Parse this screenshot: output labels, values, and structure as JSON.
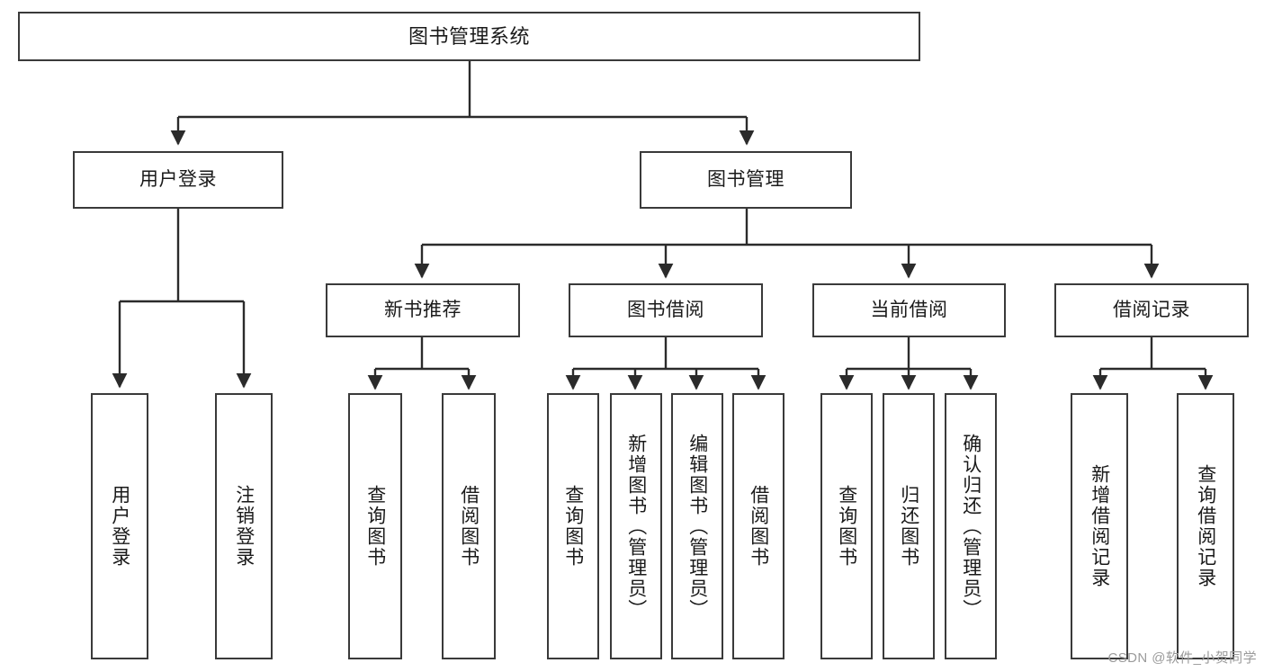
{
  "diagram": {
    "title": "图书管理系统",
    "type": "hierarchy-tree",
    "levels": 4,
    "colors": {
      "box_border": "#3a3a3a",
      "box_fill": "#ffffff",
      "connector": "#2b2b2b",
      "text": "#1a1a1a",
      "watermark": "#9b9b9b"
    },
    "root": {
      "label": "图书管理系统"
    },
    "level2": [
      {
        "id": "user-login",
        "label": "用户登录"
      },
      {
        "id": "book-manage",
        "label": "图书管理"
      }
    ],
    "level3": [
      {
        "id": "new-book-recommend",
        "label": "新书推荐",
        "parent": "book-manage"
      },
      {
        "id": "book-borrow",
        "label": "图书借阅",
        "parent": "book-manage"
      },
      {
        "id": "current-borrow",
        "label": "当前借阅",
        "parent": "book-manage"
      },
      {
        "id": "borrow-record",
        "label": "借阅记录",
        "parent": "book-manage"
      }
    ],
    "leaves": [
      {
        "id": "leaf-user-login",
        "label": "用户登录",
        "parent": "user-login"
      },
      {
        "id": "leaf-user-logout",
        "label": "注销登录",
        "parent": "user-login"
      },
      {
        "id": "leaf-query-book-1",
        "label": "查询图书",
        "parent": "new-book-recommend"
      },
      {
        "id": "leaf-borrow-book-1",
        "label": "借阅图书",
        "parent": "new-book-recommend"
      },
      {
        "id": "leaf-query-book-2",
        "label": "查询图书",
        "parent": "book-borrow"
      },
      {
        "id": "leaf-add-book",
        "label": "新增图书（管理员）",
        "parent": "book-borrow"
      },
      {
        "id": "leaf-edit-book",
        "label": "编辑图书（管理员）",
        "parent": "book-borrow"
      },
      {
        "id": "leaf-borrow-book-2",
        "label": "借阅图书",
        "parent": "book-borrow"
      },
      {
        "id": "leaf-query-book-3",
        "label": "查询图书",
        "parent": "current-borrow"
      },
      {
        "id": "leaf-return-book",
        "label": "归还图书",
        "parent": "current-borrow"
      },
      {
        "id": "leaf-confirm-return",
        "label": "确认归还（管理员）",
        "parent": "current-borrow"
      },
      {
        "id": "leaf-add-record",
        "label": "新增借阅记录",
        "parent": "borrow-record"
      },
      {
        "id": "leaf-query-record",
        "label": "查询借阅记录",
        "parent": "borrow-record"
      }
    ],
    "watermark": "CSDN @软件_小贺同学"
  }
}
